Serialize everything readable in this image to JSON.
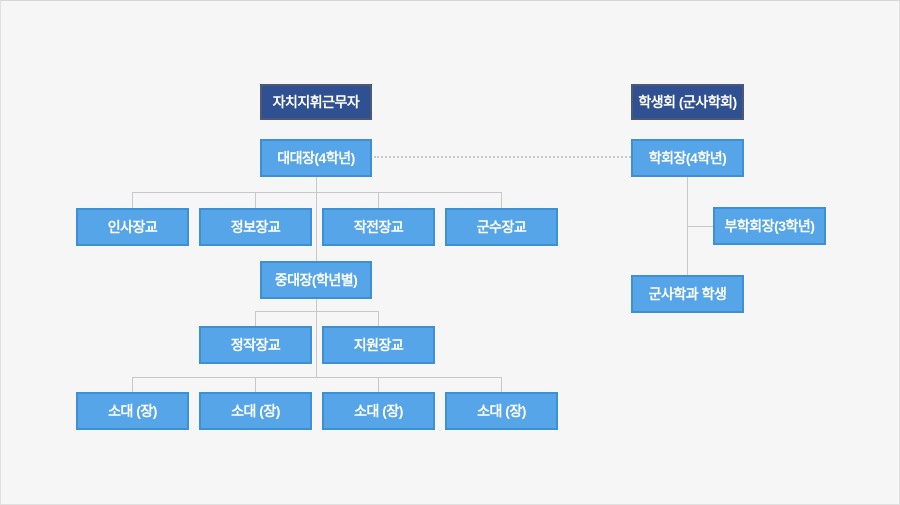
{
  "left_org": {
    "header": "자치지휘근무자",
    "commander": "대대장(4학년)",
    "staff": [
      "인사장교",
      "정보장교",
      "작전장교",
      "군수장교"
    ],
    "company_commander": "중대장(학년별)",
    "company_staff": [
      "정작장교",
      "지원장교"
    ],
    "platoons": [
      "소대 (장)",
      "소대 (장)",
      "소대 (장)",
      "소대 (장)"
    ]
  },
  "right_org": {
    "header": "학생회 (군사학회)",
    "president": "학회장(4학년)",
    "vice_president": "부학회장(3학년)",
    "members": "군사학과 학생"
  },
  "colors": {
    "background": "#f6f6f6",
    "header_bg": "#2f5091",
    "header_border": "#4d5878",
    "node_bg": "#55a5e8",
    "node_border": "#3e90d4",
    "line": "#c8c8c8",
    "text": "#ffffff"
  }
}
